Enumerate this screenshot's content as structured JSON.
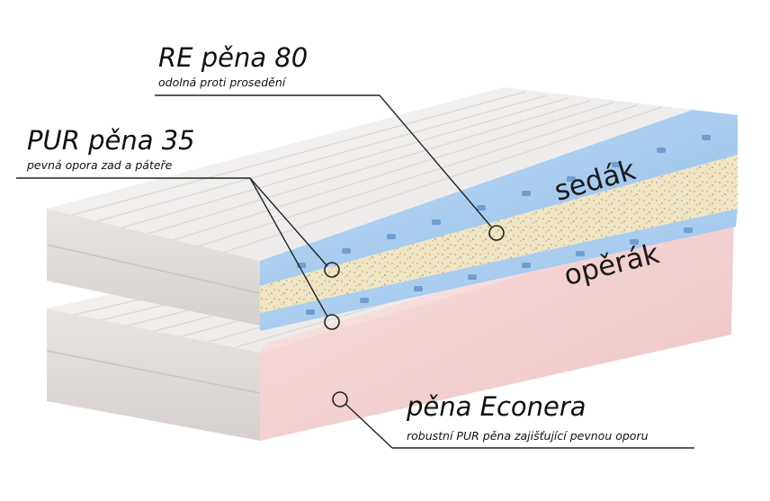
{
  "labels": {
    "re_foam": {
      "title": "RE pěna 80",
      "subtitle": "odolná proti prosedění"
    },
    "pur_foam": {
      "title": "PUR pěna 35",
      "subtitle": "pevná opora zad a páteře"
    },
    "econera_foam": {
      "title": "pěna Econera",
      "subtitle": "robustní PUR pěna zajišťující pevnou oporu"
    }
  },
  "parts": {
    "seat": "sedák",
    "backrest": "opěrák"
  },
  "colors": {
    "cover": "#f1efee",
    "cover_shadow": "#d8d4d2",
    "re_foam": "#a9cdf0",
    "pur_foam": "#efe4c0",
    "econera_foam": "#f3d2d3",
    "leader": "#222222"
  }
}
